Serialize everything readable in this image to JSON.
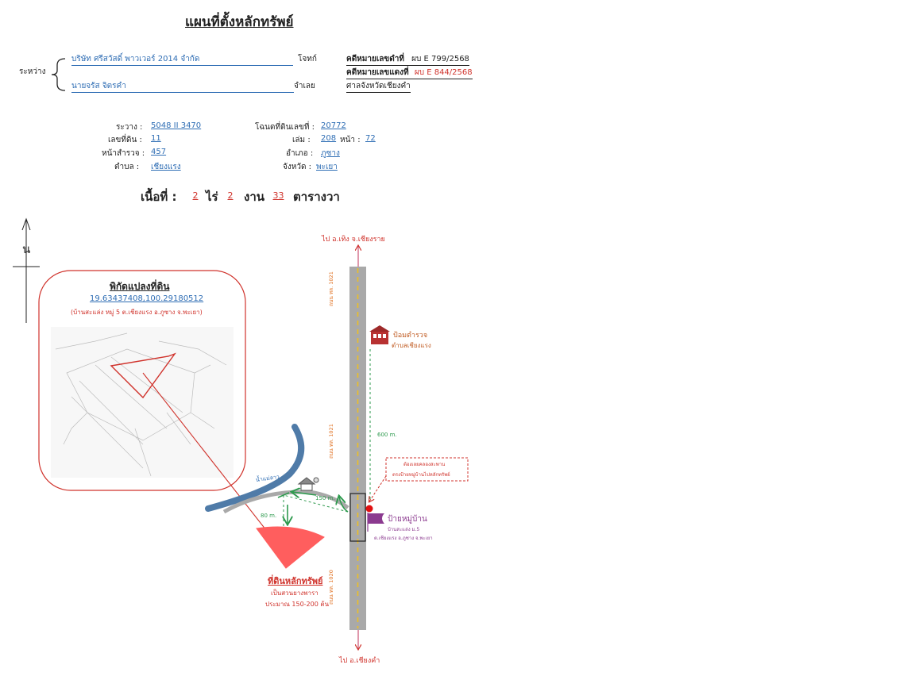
{
  "title": "แผนที่ตั้งหลักทรัพย์",
  "parties": {
    "between_label": "ระหว่าง",
    "plaintiff_name": "บริษัท ศรีสวัสดิ์ พาวเวอร์ 2014 จำกัด",
    "plaintiff_role": "โจทก์",
    "defendant_name": "นายจรัส จิตรคำ",
    "defendant_role": "จำเลย",
    "black_case_label": "คดีหมายเลขดำที่",
    "black_case_value": "ผบ E 799/2568",
    "red_case_label": "คดีหมายเลขแดงที่",
    "red_case_value": "ผบ E 844/2568",
    "court": "ศาลจังหวัดเชียงคำ"
  },
  "deed": {
    "ravang_label": "ระวาง :",
    "ravang_value": "5048 II 3470",
    "deed_no_label": "โฉนดที่ดินเลขที่ :",
    "deed_no_value": "20772",
    "land_no_label": "เลขที่ดิน :",
    "land_no_value": "11",
    "book_label": "เล่ม :",
    "book_value": "208",
    "page_label": "หน้า :",
    "page_value": "72",
    "survey_label": "หน้าสำรวจ :",
    "survey_value": "457",
    "district_label": "อำเภอ :",
    "district_value": "ภูซาง",
    "subdistrict_label": "ตำบล :",
    "subdistrict_value": "เชียงแรง",
    "province_label": "จังหวัด :",
    "province_value": "พะเยา"
  },
  "area": {
    "label": "เนื้อที่ :",
    "rai_value": "2",
    "rai_unit": "ไร่",
    "ngan_value": "2",
    "ngan_unit": "งาน",
    "wa_value": "33",
    "wa_unit": "ตารางวา"
  },
  "map": {
    "north_label": "น",
    "coord_title": "พิกัดแปลงที่ดิน",
    "coord_value": "19.63437408,100.29180512",
    "coord_location": "(บ้านสะแล่ง หมู่ 5 ต.เชียงแรง อ.ภูซาง  จ.พะเยา)",
    "to_north": "ไป อ.เทิง  จ.เชียงราย",
    "to_south": "ไป อ.เชียงคำ",
    "road_1": "ถนน ทล. 1021",
    "road_2": "ถนน ทล. 1021",
    "road_3": "ถนน ทล. 1020",
    "police_line1": "ป้อมตำรวจ",
    "police_line2": "ตำบลเชียงแรง",
    "dist_600": "600 m.",
    "turn_note_line1": "ต้องเลยคลองสะพาน",
    "turn_note_line2": "ตรงป้ายหมู่บ้านไปหลักทรัพย์",
    "stream_label": "น้ำแม่ลาว",
    "dist_150": "150 m.",
    "dist_80": "80 m.",
    "village_sign": "ป้ายหมู่บ้าน",
    "village_line1": "บ้านสะแล่ง ม.5",
    "village_line2": "ต.เชียงแรง อ.ภูซาง จ.พะเยา",
    "property_title": "ที่ดินหลักทรัพย์",
    "property_line1": "เป็นสวนยางพารา",
    "property_line2": "ประมาณ 150-200 ต้น"
  },
  "colors": {
    "blue": "#2e6db4",
    "red": "#d0332c",
    "road": "#a9a9a9",
    "green": "#2e9a4e",
    "purple": "#8b3a8f",
    "orange": "#c05a20",
    "property_fill": "#ff5e5e"
  }
}
